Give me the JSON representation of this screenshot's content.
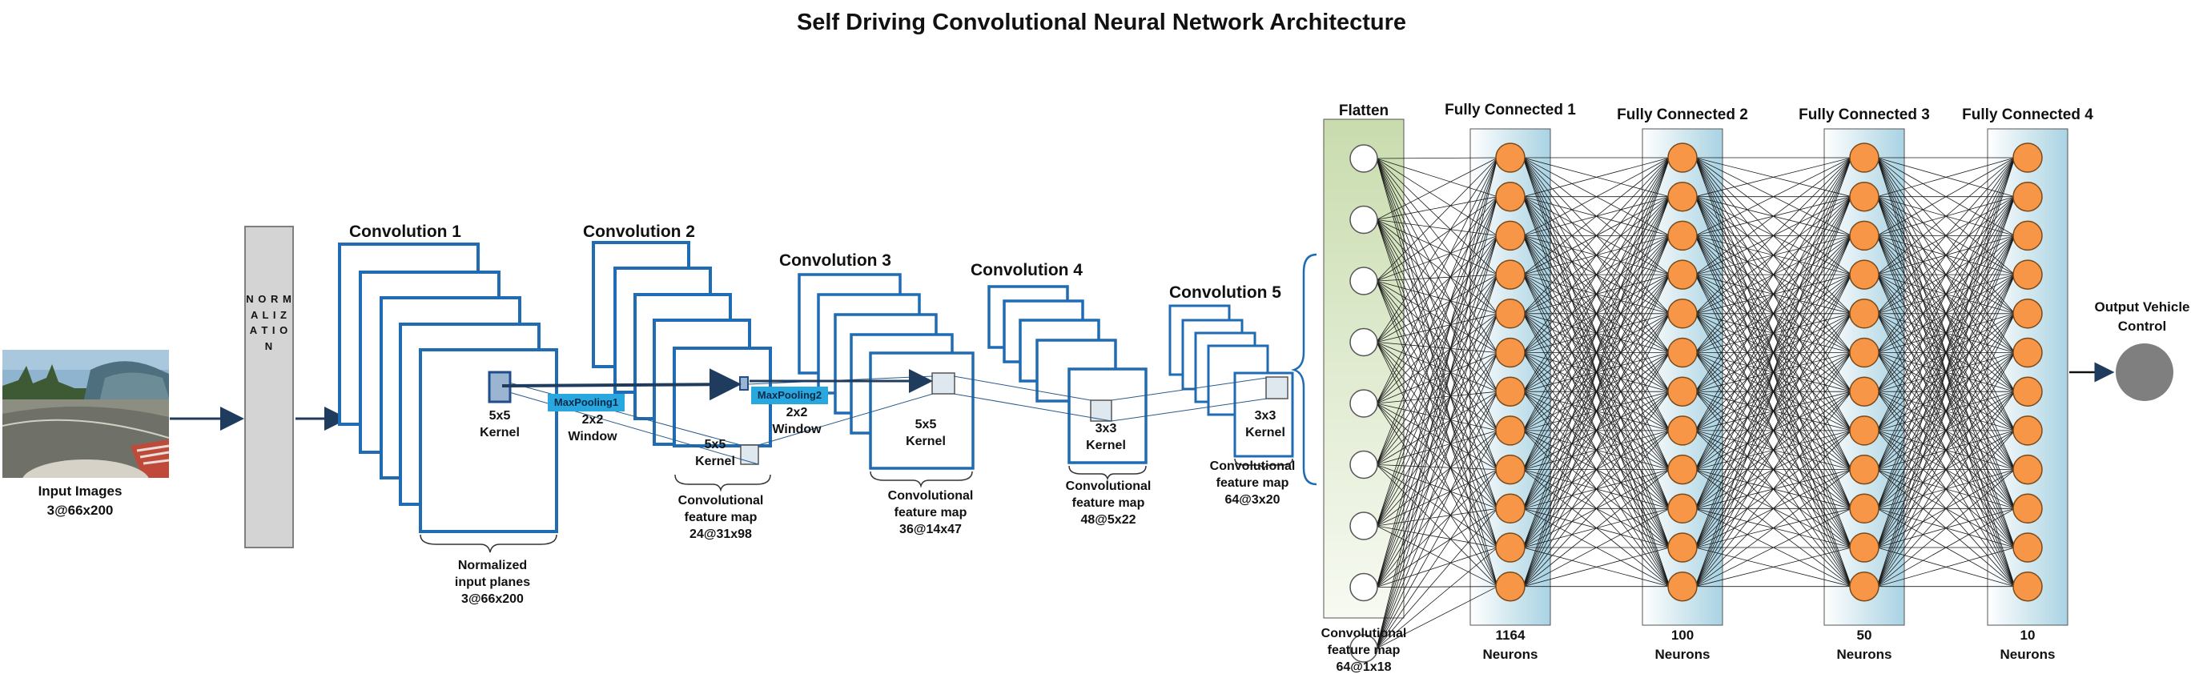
{
  "title": "Self Driving Convolutional Neural Network Architecture",
  "input": {
    "line1": "Input Images",
    "line2": "3@66x200"
  },
  "normalization": "N O R M A L I Z A T I O N",
  "normalized_planes": {
    "line1": "Normalized",
    "line2": "input planes",
    "line3": "3@66x200"
  },
  "conv_layers": [
    {
      "title": "Convolution 1",
      "kernel": [
        "5x5",
        "Kernel"
      ]
    },
    {
      "title": "Convolution 2",
      "kernel": [
        "5x5",
        "Kernel"
      ],
      "feature_map": [
        "Convolutional",
        "feature map",
        "24@31x98"
      ]
    },
    {
      "title": "Convolution 3",
      "kernel": [
        "5x5",
        "Kernel"
      ],
      "feature_map": [
        "Convolutional",
        "feature map",
        "36@14x47"
      ]
    },
    {
      "title": "Convolution 4",
      "kernel": [
        "3x3",
        "Kernel"
      ],
      "feature_map": [
        "Convolutional",
        "feature map",
        "48@5x22"
      ]
    },
    {
      "title": "Convolution 5",
      "kernel": [
        "3x3",
        "Kernel"
      ],
      "feature_map": [
        "Convolutional",
        "feature map",
        "64@3x20"
      ]
    }
  ],
  "pooling": [
    {
      "label": "MaxPooling1",
      "window": [
        "2x2",
        "Window"
      ]
    },
    {
      "label": "MaxPooling2",
      "window": [
        "2x2",
        "Window"
      ]
    }
  ],
  "flatten": {
    "title": "Flatten",
    "caption": [
      "Convolutional",
      "feature map",
      "64@1x18"
    ],
    "visible_nodes": 9
  },
  "fully_connected": [
    {
      "title": "Fully Connected 1",
      "count": "1164",
      "unit": "Neurons",
      "visible_nodes": 12
    },
    {
      "title": "Fully Connected 2",
      "count": "100",
      "unit": "Neurons",
      "visible_nodes": 12
    },
    {
      "title": "Fully Connected 3",
      "count": "50",
      "unit": "Neurons",
      "visible_nodes": 12
    },
    {
      "title": "Fully Connected 4",
      "count": "10",
      "unit": "Neurons",
      "visible_nodes": 12
    }
  ],
  "output": {
    "line1": "Output Vehicle",
    "line2": "Control"
  },
  "colors": {
    "conv_frame": "#1f6bb4",
    "pool_box": "#29a8e0",
    "neuron": "#f79646",
    "output_node": "#7f7f7f",
    "flatten_fill": "#c9dcae",
    "fc_fill": "#a9d3e4",
    "connection": "#1a1a1a"
  }
}
